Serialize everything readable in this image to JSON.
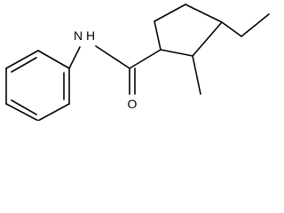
{
  "molecule": {
    "atom_labels": {
      "amide_nitrogen": "N",
      "amide_hydrogen": "H",
      "carbonyl_oxygen": "O"
    },
    "colors": {
      "bond": "#000000",
      "label": "#000000",
      "background": "#ffffff"
    }
  }
}
